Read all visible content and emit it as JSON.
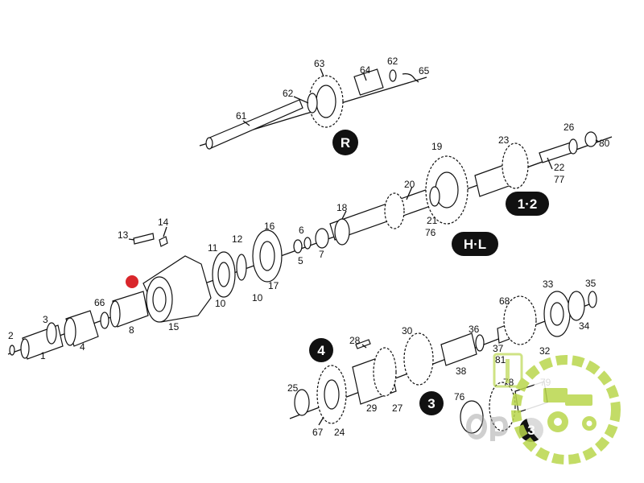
{
  "diagram": {
    "labels": {
      "l1": "1",
      "l2": "2",
      "l3": "3",
      "l4": "4",
      "l5": "5",
      "l6": "6",
      "l7": "7",
      "l8": "8",
      "l10a": "10",
      "l10b": "10",
      "l11": "11",
      "l12": "12",
      "l13": "13",
      "l14": "14",
      "l15": "15",
      "l16": "16",
      "l17": "17",
      "l18": "18",
      "l19": "19",
      "l20": "20",
      "l21": "21",
      "l22": "22",
      "l23": "23",
      "l24": "24",
      "l25": "25",
      "l26": "26",
      "l27": "27",
      "l28": "28",
      "l29": "29",
      "l30": "30",
      "l32": "32",
      "l33": "33",
      "l34": "34",
      "l35": "35",
      "l36": "36",
      "l37": "37",
      "l38": "38",
      "l61": "61",
      "l62a": "62",
      "l62b": "62",
      "l63": "63",
      "l64": "64",
      "l65": "65",
      "l66": "66",
      "l67": "67",
      "l68": "68",
      "l76a": "76",
      "l76b": "76",
      "l77": "77",
      "l78": "78",
      "l79": "79",
      "l80": "80",
      "l81": "81"
    },
    "badges": {
      "reverse": "R",
      "range": "H·L",
      "gears12": "1·2",
      "gear4": "4",
      "gear3a": "3",
      "gear3b": "3"
    },
    "colors": {
      "ink": "#111111",
      "marker": "#d9262b",
      "watermark": "#b9d64c"
    },
    "watermark_icon": "tractor-icon"
  }
}
